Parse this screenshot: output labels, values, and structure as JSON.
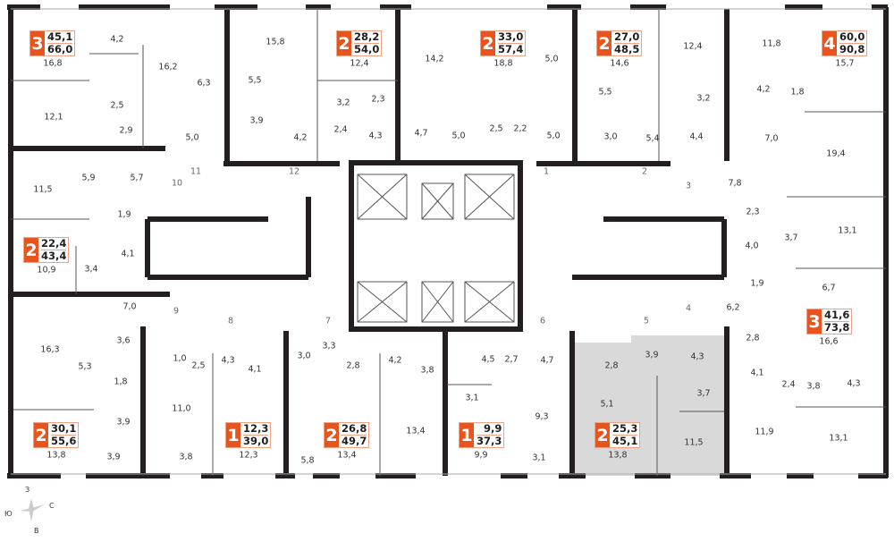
{
  "colors": {
    "accent": "#e8541e",
    "wall": "#231f20",
    "selected": "#d9d9d9"
  },
  "apartments": [
    {
      "rooms": "3",
      "living": "45,1",
      "total": "66,0"
    },
    {
      "rooms": "2",
      "living": "28,2",
      "total": "54,0"
    },
    {
      "rooms": "2",
      "living": "33,0",
      "total": "57,4"
    },
    {
      "rooms": "2",
      "living": "27,0",
      "total": "48,5"
    },
    {
      "rooms": "4",
      "living": "60,0",
      "total": "90,8"
    },
    {
      "rooms": "2",
      "living": "22,4",
      "total": "43,4"
    },
    {
      "rooms": "3",
      "living": "41,6",
      "total": "73,8"
    },
    {
      "rooms": "2",
      "living": "30,1",
      "total": "55,6"
    },
    {
      "rooms": "1",
      "living": "12,3",
      "total": "39,0"
    },
    {
      "rooms": "2",
      "living": "26,8",
      "total": "49,7"
    },
    {
      "rooms": "1",
      "living": "9,9",
      "total": "37,3"
    },
    {
      "rooms": "2",
      "living": "25,3",
      "total": "45,1",
      "selected": true
    }
  ],
  "room_areas": [
    "16,8",
    "4,2",
    "16,2",
    "6,3",
    "15,8",
    "5,5",
    "12,4",
    "14,2",
    "3,2",
    "2,3",
    "2,5",
    "12,1",
    "2,9",
    "3,9",
    "5,0",
    "4,2",
    "2,4",
    "4,3",
    "4,7",
    "5,9",
    "5,7",
    "11,5",
    "1,9",
    "4,1",
    "10,9",
    "3,4",
    "18,8",
    "5,0",
    "14,6",
    "12,4",
    "11,8",
    "15,7",
    "5,5",
    "3,2",
    "4,2",
    "1,8",
    "5,0",
    "2,5",
    "2,2",
    "5,0",
    "3,0",
    "5,4",
    "4,4",
    "7,0",
    "19,4",
    "7,8",
    "2,3",
    "3,7",
    "13,1",
    "4,0",
    "7,0",
    "16,3",
    "3,6",
    "5,3",
    "1,0",
    "2,5",
    "1,8",
    "4,3",
    "4,1",
    "11,0",
    "3,9",
    "3,0",
    "3,3",
    "2,8",
    "4,2",
    "3,8",
    "5,8",
    "13,8",
    "3,9",
    "3,8",
    "12,3",
    "13,4",
    "13,4",
    "1,9",
    "6,7",
    "6,2",
    "16,6",
    "4,5",
    "2,7",
    "4,7",
    "2,8",
    "3,9",
    "4,3",
    "2,8",
    "4,1",
    "2,4",
    "3,8",
    "4,3",
    "3,1",
    "5,1",
    "3,7",
    "9,3",
    "11,9",
    "13,1",
    "11,5",
    "9,9",
    "13,8",
    "3,1"
  ],
  "doors": [
    "11",
    "10",
    "12",
    "1",
    "2",
    "3",
    "9",
    "8",
    "7",
    "6",
    "5",
    "4"
  ],
  "compass": {
    "north": "С",
    "south": "Ю",
    "west": "З",
    "east": "В"
  }
}
